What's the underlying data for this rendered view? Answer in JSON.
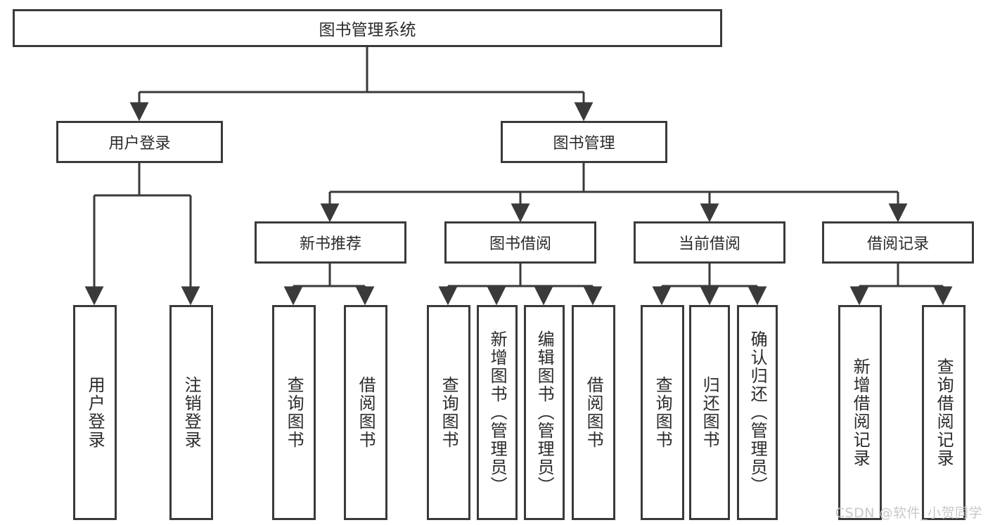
{
  "diagram": {
    "type": "tree",
    "title": "图书管理系统",
    "root": {
      "label": "图书管理系统"
    },
    "level1": [
      {
        "label": "用户登录"
      },
      {
        "label": "图书管理"
      }
    ],
    "level2": [
      {
        "label": "新书推荐"
      },
      {
        "label": "图书借阅"
      },
      {
        "label": "当前借阅"
      },
      {
        "label": "借阅记录"
      }
    ],
    "leaves": {
      "user_login": [
        {
          "label": "用户登录"
        },
        {
          "label": "注销登录"
        }
      ],
      "new_book_recommend": [
        {
          "label": "查询图书"
        },
        {
          "label": "借阅图书"
        }
      ],
      "book_borrow": [
        {
          "label": "查询图书"
        },
        {
          "label": "新增图书（管理员）"
        },
        {
          "label": "编辑图书（管理员）"
        },
        {
          "label": "借阅图书"
        }
      ],
      "current_borrow": [
        {
          "label": "查询图书"
        },
        {
          "label": "归还图书"
        },
        {
          "label": "确认归还（管理员）"
        }
      ],
      "borrow_record": [
        {
          "label": "新增借阅记录"
        },
        {
          "label": "查询借阅记录"
        }
      ]
    }
  },
  "watermark": {
    "text": "CSDN @软件_小贺同学"
  },
  "colors": {
    "stroke": "#3a3a3a",
    "text": "#2b2b2b",
    "background": "#ffffff",
    "watermark": "#c9c9c9"
  }
}
